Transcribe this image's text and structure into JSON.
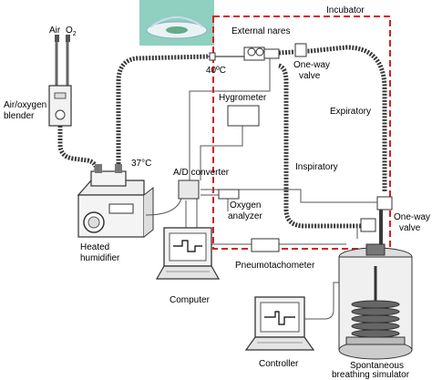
{
  "labels": {
    "air": "Air",
    "o2": "O",
    "o2_sub": "2",
    "blender_line1": "Air/oxygen",
    "blender_line2": "blender",
    "temp_37": "37°C",
    "temp_40": "40ºC",
    "humidifier_line1": "Heated",
    "humidifier_line2": "humidifier",
    "external_nares": "External nares",
    "incubator": "Incubator",
    "oneway_top_line1": "One-way",
    "oneway_top_line2": "valve",
    "hygrometer": "Hygrometer",
    "expiratory": "Expiratory",
    "ad_converter": "A/D converter",
    "inspiratory": "Inspiratory",
    "oxygen_line1": "Oxygen",
    "oxygen_line2": "analyzer",
    "oneway_right_line1": "One-way",
    "oneway_right_line2": "valve",
    "pneumotachometer": "Pneumotachometer",
    "computer": "Computer",
    "controller": "Controller",
    "simulator_line1": "Spontaneous",
    "simulator_line2": "breathing simulator"
  },
  "colors": {
    "incubator_border": "#d62020",
    "tube": "#3a3a3a",
    "photo_bg": "#8fd0c0"
  }
}
